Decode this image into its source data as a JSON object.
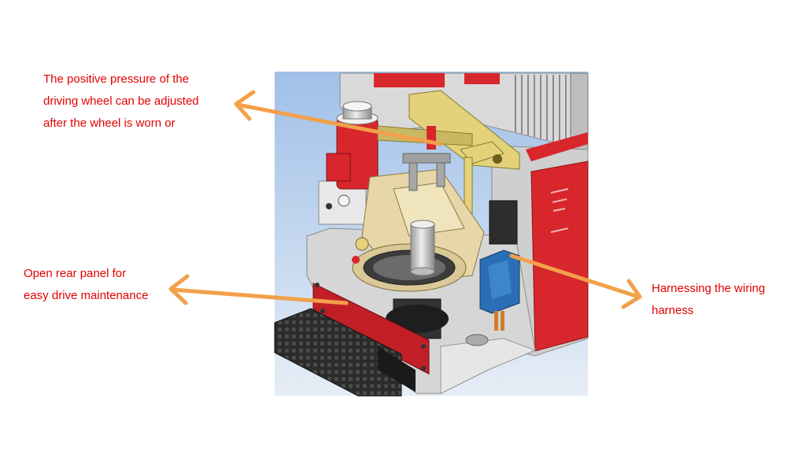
{
  "colors": {
    "label_text": "#e30000",
    "arrow": "#f2a04a",
    "machine_red": "#d8262d",
    "sky_top": "#9fc0e8",
    "sky_bottom": "#e6edf5",
    "frame_gray": "#c8c8c8",
    "bracket_yellow": "#e3d27a"
  },
  "callouts": {
    "pressure": {
      "line1": "The positive pressure of the",
      "line2": "driving wheel can be adjusted",
      "line3": "after the wheel is worn or"
    },
    "rear_panel": {
      "line1": "Open rear panel for",
      "line2": "easy drive maintenance"
    },
    "wiring": {
      "line1": "Harnessing the wiring",
      "line2": "harness"
    }
  }
}
